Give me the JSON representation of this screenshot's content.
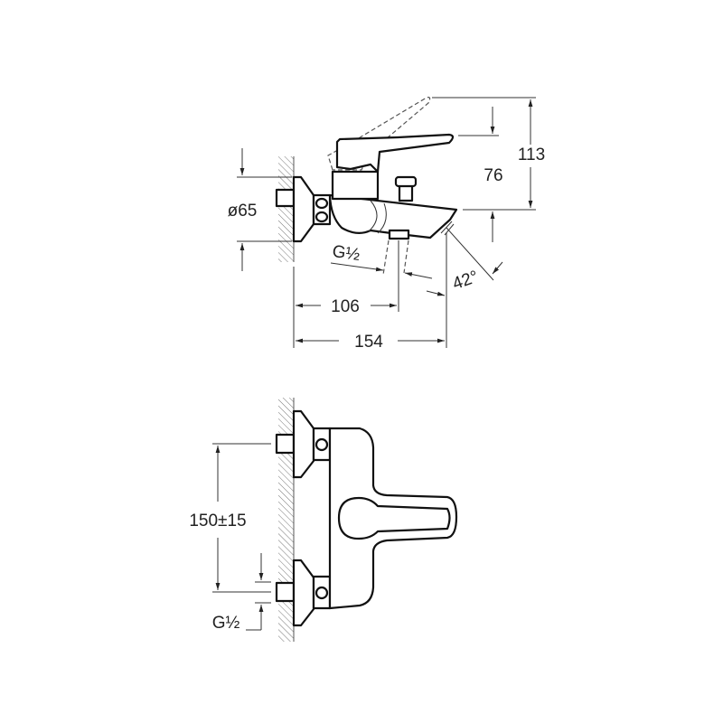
{
  "side_view": {
    "dim_height_total": "113",
    "dim_lever_travel": "76",
    "dim_flange_diameter": "ø65",
    "dim_inlet_thread": "G½",
    "dim_inlet_distance": "106",
    "dim_projection": "154",
    "dim_spout_angle": "42°"
  },
  "front_view": {
    "dim_inlet_spacing": "150±15",
    "dim_inlet_thread": "G½"
  }
}
